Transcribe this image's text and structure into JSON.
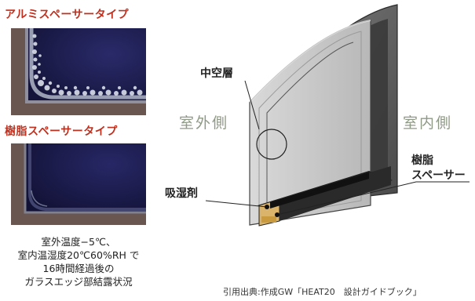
{
  "left_panel": {
    "aluminum_title": "アルミスペーサータイプ",
    "resin_title": "樹脂スペーサータイプ",
    "caption_lines": [
      "室外温度−5℃、",
      "室内温湿度20℃60%RH で",
      "16時間経過後の",
      "ガラスエッジ部結露状況"
    ]
  },
  "diagram": {
    "outdoor_label": "室外側",
    "indoor_label": "室内側",
    "hollow_layer_label": "中空層",
    "desiccant_label": "吸湿剤",
    "resin_spacer_label_line1": "樹脂",
    "resin_spacer_label_line2": "スペーサー"
  },
  "source": "引用出典:作成GW「HEAT20　設計ガイドブック」"
}
